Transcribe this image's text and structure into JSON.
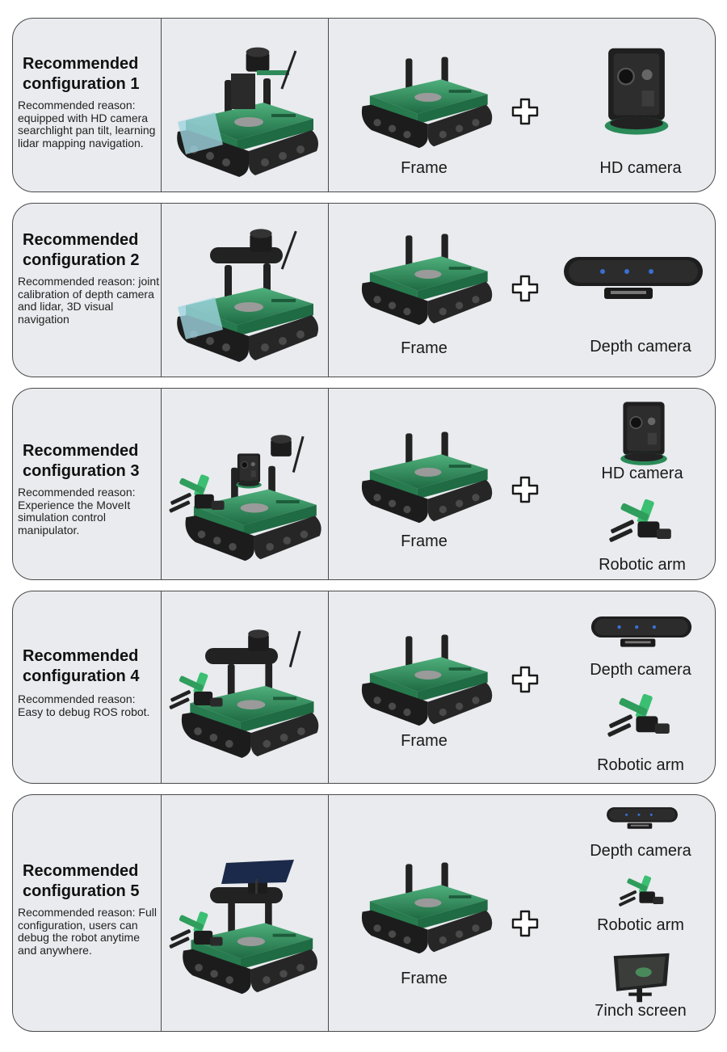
{
  "configs": [
    {
      "title_line1": "Recommended",
      "title_line2": "configuration 1",
      "reason": "Recommended reason: equipped with HD camera searchlight pan tilt, learning lidar mapping navigation.",
      "frame_label": "Frame",
      "parts": [
        "HD camera"
      ]
    },
    {
      "title_line1": "Recommended",
      "title_line2": "configuration 2",
      "reason": "Recommended reason: joint calibration of depth camera and lidar, 3D visual navigation",
      "frame_label": "Frame",
      "parts": [
        "Depth camera"
      ]
    },
    {
      "title_line1": "Recommended",
      "title_line2": "configuration 3",
      "reason": "Recommended reason: Experience the MoveIt simulation control manipulator.",
      "frame_label": "Frame",
      "parts": [
        "HD camera",
        "Robotic arm"
      ]
    },
    {
      "title_line1": "Recommended",
      "title_line2": "configuration 4",
      "reason": "Recommended reason: Easy to debug ROS robot.",
      "frame_label": "Frame",
      "parts": [
        "Depth camera",
        "Robotic arm"
      ]
    },
    {
      "title_line1": "Recommended",
      "title_line2": "configuration 5",
      "reason": "Recommended reason: Full configuration, users can debug the robot anytime and anywhere.",
      "frame_label": "Frame",
      "parts": [
        "Depth camera",
        "Robotic arm",
        "7inch screen"
      ]
    }
  ],
  "colors": {
    "card_bg": "#e9ebee",
    "border": "#4a4a4a",
    "chassis_green": "#2f8a5a",
    "track_black": "#1c1c1c"
  }
}
